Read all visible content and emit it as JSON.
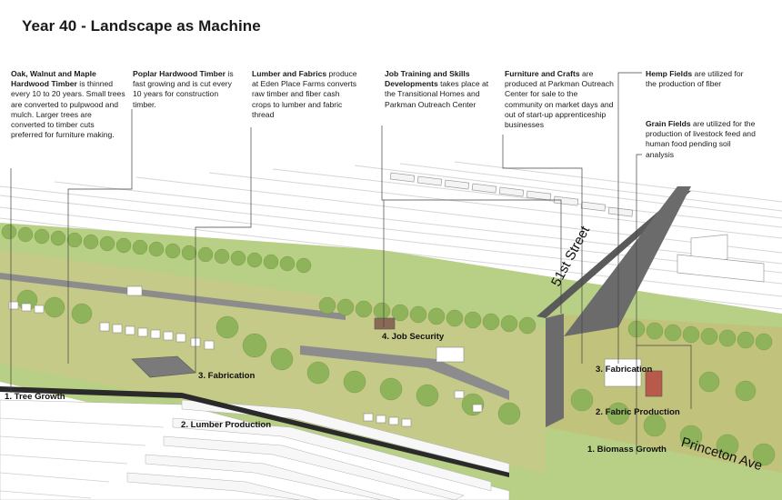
{
  "title": "Year 40 - Landscape as Machine",
  "notes": [
    {
      "head": "Oak, Walnut and Maple Hardwood Timber",
      "text": " is thinned every 10 to 20 years. Small trees are converted to pulpwood and mulch. Larger trees are converted to timber cuts preferred for furniture making."
    },
    {
      "head": "Poplar Hardwood Timber",
      "text": " is fast growing and is cut every 10 years for construction timber."
    },
    {
      "head": "Lumber and Fabrics",
      "text": " produce at Eden Place Farms converts raw timber and fiber cash crops to lumber and fabric thread"
    },
    {
      "head": "Job Training and Skills Developments",
      "text": " takes place at the Transitional Homes and Parkman Outreach Center"
    },
    {
      "head": "Furniture and Crafts",
      "text": "  are produced at Parkman Outreach Center for sale to the community on market days and out of start-up apprenticeship businesses"
    },
    {
      "head": "Hemp Fields",
      "text": " are utilized for the production of fiber"
    },
    {
      "head": "Grain Fields",
      "text": " are utilized for the production of livestock feed and human  food pending soil analysis"
    }
  ],
  "labels": {
    "tree_growth": "1. Tree Growth",
    "lumber_production": "2. Lumber Production",
    "fabrication_left": "3. Fabrication",
    "job_security": "4. Job Security",
    "fabrication_right": "3. Fabrication",
    "fabric_production": "2. Fabric Production",
    "biomass_growth": "1. Biomass Growth"
  },
  "streets": {
    "fifty_first": "51st Street",
    "princeton": "Princeton Ave"
  }
}
